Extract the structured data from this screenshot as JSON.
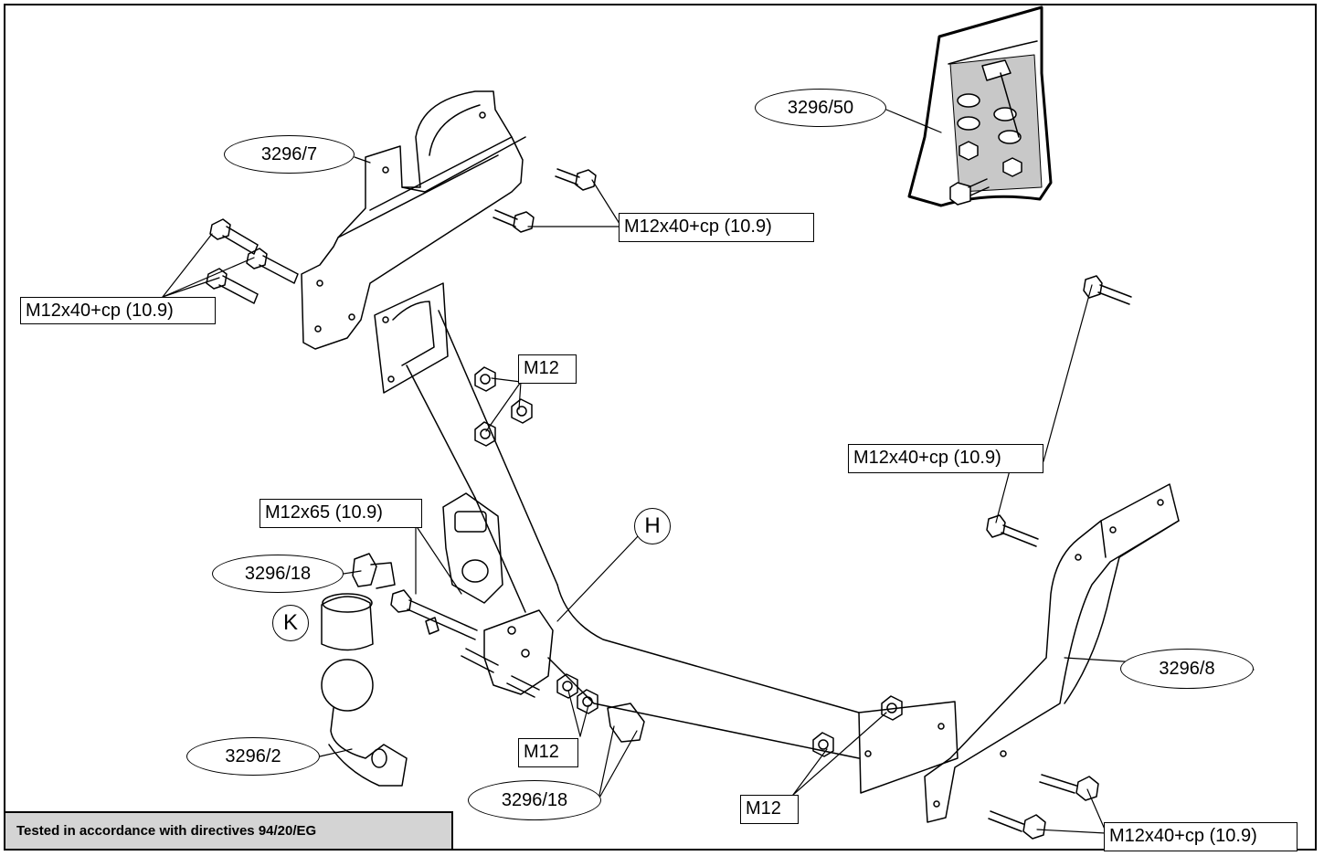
{
  "labels": {
    "part_3296_7": "3296/7",
    "part_3296_50": "3296/50",
    "part_3296_18_upper": "3296/18",
    "part_3296_18_lower": "3296/18",
    "part_3296_2": "3296/2",
    "part_3296_8": "3296/8",
    "bolt_upper_left": "M12x40+cp (10.9)",
    "bolt_upper_mid": "M12x40+cp (10.9)",
    "bolt_right_upper": "M12x40+cp (10.9)",
    "bolt_right_lower": "M12x40+cp (10.9)",
    "bolt_m12x65": "M12x65 (10.9)",
    "nut_m12_top": "M12",
    "nut_m12_mid": "M12",
    "nut_m12_right": "M12",
    "marker_h": "H",
    "marker_k": "K"
  },
  "footer": {
    "text": "Tested in accordance with directives 94/20/EG"
  },
  "colors": {
    "line": "#000000",
    "footer_bg": "#d4d4d4",
    "bag_fill": "#c8c8c8"
  }
}
